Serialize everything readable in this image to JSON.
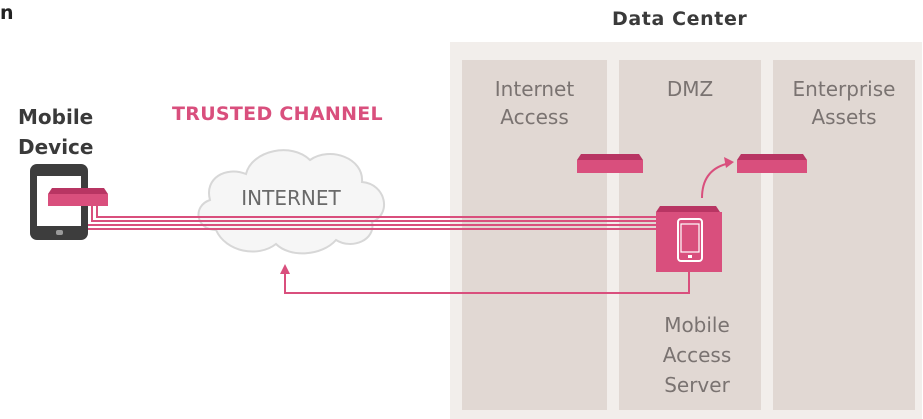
{
  "corner_fragment": "n",
  "data_center": {
    "title": "Data Center"
  },
  "zones": [
    {
      "label_line1": "Internet",
      "label_line2": "Access"
    },
    {
      "label_line1": "DMZ",
      "label_line2": ""
    },
    {
      "label_line1": "Enterprise",
      "label_line2": "Assets"
    }
  ],
  "mobile_device": {
    "label_line1": "Mobile",
    "label_line2": "Device"
  },
  "trusted_channel": {
    "label": "TRUSTED CHANNEL"
  },
  "internet_cloud": {
    "label": "INTERNET"
  },
  "mobile_access_server": {
    "label_line1": "Mobile",
    "label_line2": "Access",
    "label_line3": "Server"
  },
  "colors": {
    "accent": "#d94f7d",
    "accent_dark": "#b83563",
    "zone_fill": "#e1d8d3",
    "datacenter_fill": "#f2eeeb",
    "phone_dark": "#3d3d3d"
  }
}
